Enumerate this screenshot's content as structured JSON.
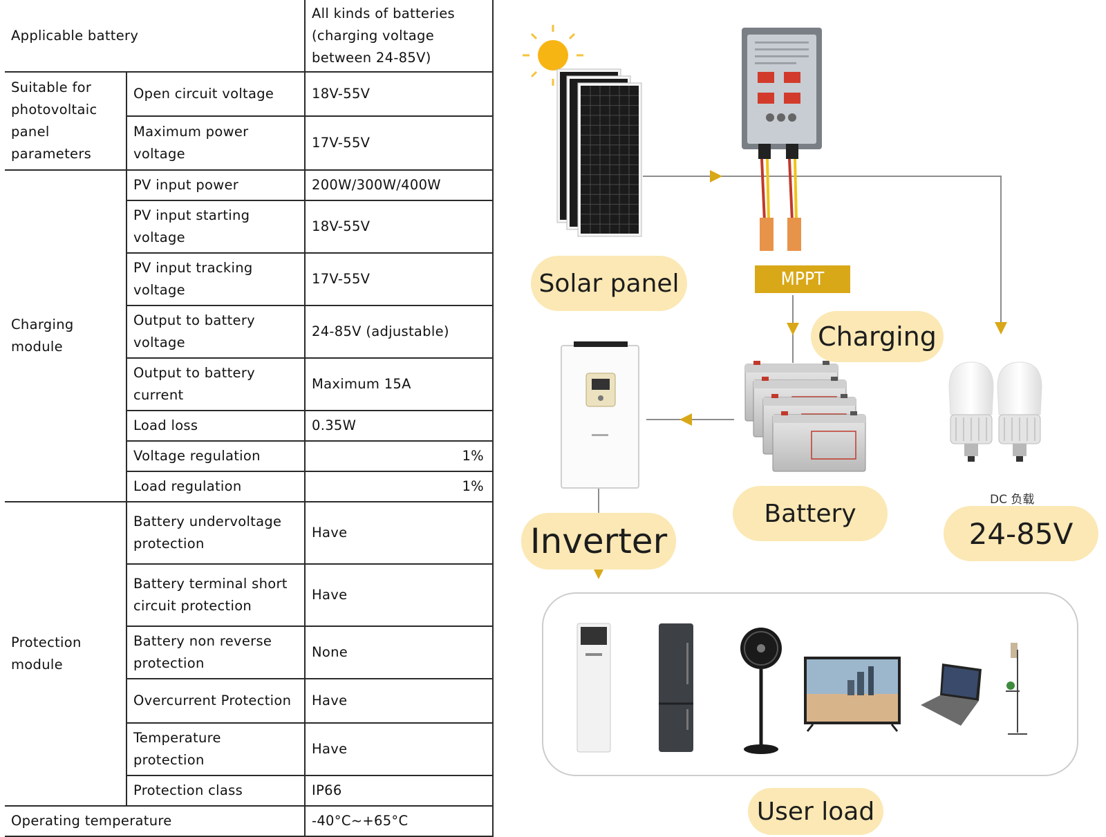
{
  "spec_table": {
    "applicable_battery": {
      "label": "Applicable battery",
      "value_lines": [
        "All kinds of batteries",
        "(charging voltage",
        "between 24-85V)"
      ]
    },
    "pv_group": {
      "label_lines": [
        "Suitable for",
        "photovoltaic",
        "panel",
        "parameters"
      ],
      "rows": [
        {
          "param_lines": [
            "Open circuit voltage"
          ],
          "value": "18V-55V"
        },
        {
          "param_lines": [
            "Maximum power",
            "voltage"
          ],
          "value": "17V-55V"
        }
      ]
    },
    "charging_group": {
      "label_lines": [
        "Charging",
        "module"
      ],
      "rows": [
        {
          "param_lines": [
            "PV input power"
          ],
          "value": "200W/300W/400W"
        },
        {
          "param_lines": [
            "PV input starting",
            "voltage"
          ],
          "value": "18V-55V"
        },
        {
          "param_lines": [
            "PV input tracking",
            "voltage"
          ],
          "value": "17V-55V"
        },
        {
          "param_lines": [
            "Output to battery",
            "voltage"
          ],
          "value": "24-85V (adjustable)"
        },
        {
          "param_lines": [
            "Output to battery",
            "current"
          ],
          "value": "Maximum 15A"
        },
        {
          "param_lines": [
            "Load loss"
          ],
          "value": "0.35W"
        },
        {
          "param_lines": [
            "Voltage regulation"
          ],
          "value": "1%"
        },
        {
          "param_lines": [
            "Load regulation"
          ],
          "value": "1%"
        }
      ]
    },
    "protection_group": {
      "label_lines": [
        "Protection",
        "module"
      ],
      "rows": [
        {
          "param_lines": [
            "Battery undervoltage",
            "protection"
          ],
          "value": "Have"
        },
        {
          "param_lines": [
            "Battery terminal short",
            "circuit protection"
          ],
          "value": "Have"
        },
        {
          "param_lines": [
            "Battery non reverse",
            "protection"
          ],
          "value": "None"
        },
        {
          "param_lines": [
            "Overcurrent Protection"
          ],
          "value": "Have"
        },
        {
          "param_lines": [
            "Temperature",
            "protection"
          ],
          "value": "Have"
        },
        {
          "param_lines": [
            "Protection class"
          ],
          "value": "IP66"
        }
      ]
    },
    "operating_temperature": {
      "label": "Operating temperature",
      "value": "-40°C~+65°C"
    }
  },
  "diagram": {
    "labels": {
      "solar_panel": "Solar panel",
      "mppt": "MPPT",
      "charging": "Charging",
      "battery": "Battery",
      "inverter": "Inverter",
      "dc_load_note": "DC 负载",
      "dc_voltage": "24-85V",
      "user_load": "User load"
    },
    "colors": {
      "label_bg": "#fbe8b4",
      "mppt_bg": "#d9a818",
      "arrow": "#d9a818",
      "line": "#8c8c8c",
      "load_box_border": "#cccccc"
    },
    "icons": [
      "sun-icon",
      "solar-panel-icon",
      "mppt-controller-icon",
      "battery-bank-icon",
      "inverter-icon",
      "led-bulb-icon",
      "air-conditioner-icon",
      "refrigerator-icon",
      "standing-fan-icon",
      "television-icon",
      "laptop-icon",
      "floor-lamp-icon"
    ]
  }
}
